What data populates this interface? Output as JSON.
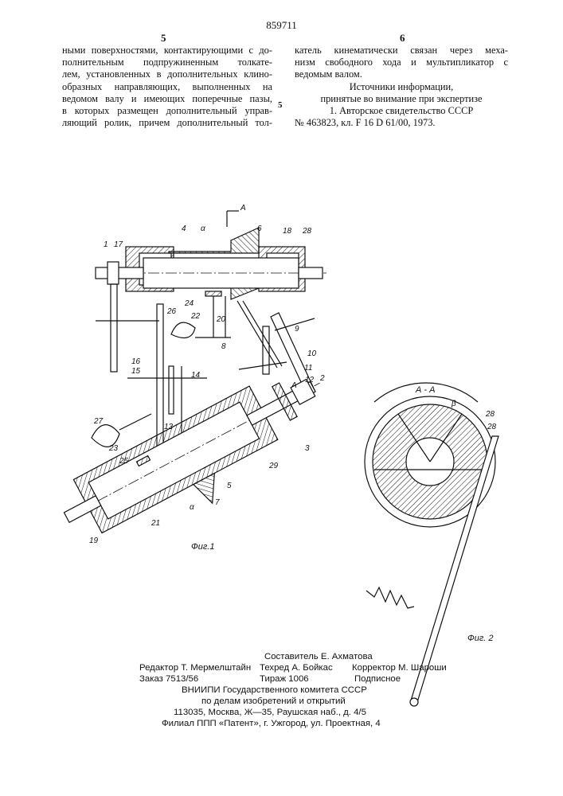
{
  "patent_number": "859711",
  "left_column": {
    "number": "5",
    "lines": [
      "ными поверхностями, контактирующими с до-",
      "полнительным подпружиненным толкате-",
      "лем, установленных в дополнительных клино-",
      "образных направляющих, выполненных на",
      "ведомом валу и имеющих поперечные пазы,",
      "в которых размещен дополнительный управ-",
      "ляющий ролик, причем дополнительный тол-"
    ]
  },
  "line_marker": "5",
  "right_column": {
    "number": "6",
    "lines": [
      "катель кинематически связан через меха-",
      "низм свободного хода и мультипликатор с",
      "ведомым валом."
    ],
    "sources_heading_1": "Источники информации,",
    "sources_heading_2": "принятые во внимание при экспертизе",
    "source_1_line_1": "1. Авторское свидетельство СССР",
    "source_1_line_2": "№ 463823, кл. F 16 D 61/00, 1973."
  },
  "figure_1": {
    "caption": "Фиг.1",
    "section_mark": "А",
    "angle": "α",
    "labels": [
      "1",
      "17",
      "4",
      "6",
      "18",
      "28",
      "24",
      "26",
      "22",
      "20",
      "8",
      "9",
      "10",
      "11",
      "12",
      "2",
      "16",
      "15",
      "14",
      "13",
      "27",
      "23",
      "25",
      "3",
      "29",
      "5",
      "7",
      "21",
      "19"
    ]
  },
  "figure_2": {
    "caption": "Фиг. 2",
    "section_title": "А - А",
    "angle": "β",
    "labels": [
      "28",
      "28"
    ]
  },
  "footer": {
    "compiler": "Составитель Е. Ахматова",
    "editor": "Редактор Т. Мермелштайн",
    "techred": "Техред А. Бойкас",
    "corrector": "Корректор М. Шароши",
    "order": "Заказ 7513/56",
    "circulation": "Тираж 1006",
    "subscription": "Подписное",
    "org_1": "ВНИИПИ Государственного комитета СССР",
    "org_2": "по делам изобретений и открытий",
    "address": "113035, Москва, Ж—35, Раушская наб., д. 4/5",
    "branch": "Филиал ППП «Патент», г. Ужгород, ул. Проектная, 4"
  }
}
